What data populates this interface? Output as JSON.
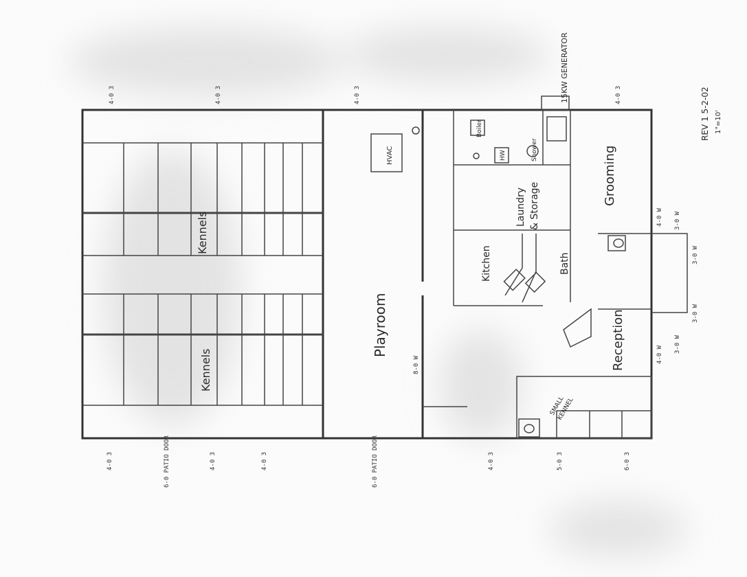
{
  "header": {
    "revision": "REV 1  5-2-02",
    "scale": "1\"=10'",
    "generator": "15KW GENERATOR"
  },
  "rooms": {
    "kennels_1": "Kennels",
    "kennels_2": "Kennels",
    "playroom": "Playroom",
    "hvac": "HVAC",
    "boiler": "Boiler",
    "hw": "HW",
    "shower": "Shower",
    "laundry": "Laundry",
    "storage": "& Storage",
    "kitchen": "Kitchen",
    "bath": "Bath",
    "grooming": "Grooming",
    "reception": "Reception",
    "small_kennel_1": "SMALL",
    "small_kennel_2": "KENNEL"
  },
  "dims_top": [
    "4-0 3",
    "4-0 3",
    "4-0 3",
    "4-0 3"
  ],
  "dims_bottom": [
    "4-0 3",
    "6-0 PATIO DOOR",
    "4-0 3",
    "4-0 3",
    "6-0 PATIO DOOR",
    "4-0 3",
    "5-0 3",
    "6-0 3"
  ],
  "dims_right": [
    "4-0 W",
    "3-0 W",
    "3-0 W",
    "3-0 W",
    "4-0 W",
    "3-0 W"
  ],
  "dims_inner": "8-0 W",
  "colors": {
    "paper": "#fbfbfb",
    "ink": "#333333",
    "smudge": "#d8d8d8"
  }
}
